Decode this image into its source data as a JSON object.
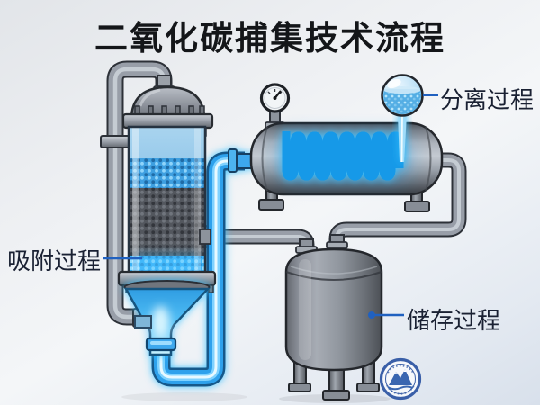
{
  "title": "二氧化碳捕集技术流程",
  "labels": {
    "adsorption": "吸附过程",
    "separation": "分离过程",
    "storage": "储存过程"
  },
  "colors": {
    "title_text": "#141619",
    "label_text": "#1a2133",
    "connector_line": "#2061c0",
    "glow_blue": "#35c0ff",
    "pipe_gray": "#989ea8",
    "metal_outline": "#2b2e33",
    "logo_blue": "#3a5fa8"
  },
  "icons": {
    "pressure_gauge": "pressure-gauge-icon",
    "watermark": "mountain-logo-icon"
  }
}
